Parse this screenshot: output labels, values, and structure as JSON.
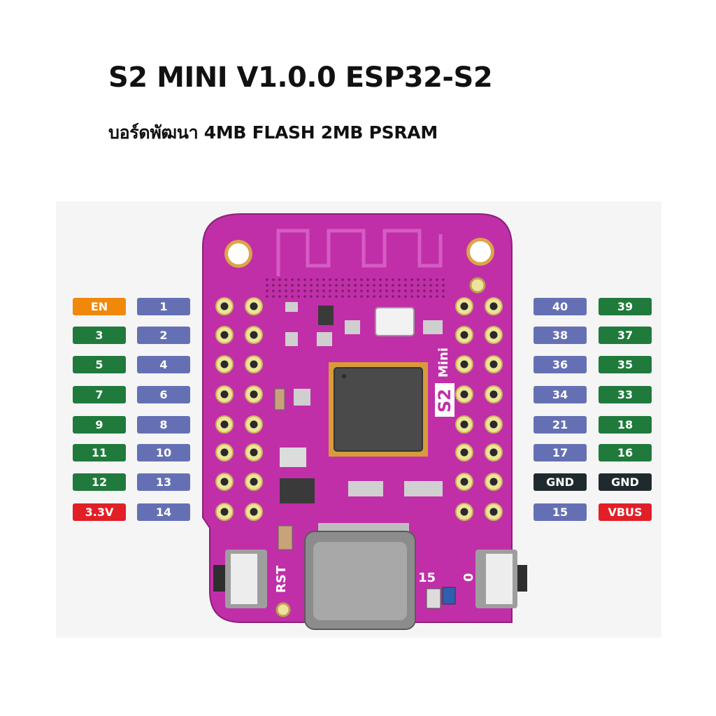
{
  "title": "S2 MINI V1.0.0 ESP32-S2",
  "subtitle": "บอร์ดพัฒนา 4MB FLASH 2MB PSRAM",
  "colors": {
    "board": "#c02fa8",
    "gpio": "#6570b4",
    "green": "#1f7a3c",
    "orange": "#f0880a",
    "red": "#e21e26",
    "gnd": "#1f2a2e"
  },
  "board": {
    "silkscreen_logo": "S2",
    "silkscreen_model": "Mini",
    "rst_label": "RST",
    "label_15": "15",
    "label_0": "0"
  },
  "pins": {
    "left_outer": [
      {
        "label": "EN",
        "color": "orange"
      },
      {
        "label": "3",
        "color": "green"
      },
      {
        "label": "5",
        "color": "green"
      },
      {
        "label": "7",
        "color": "green"
      },
      {
        "label": "9",
        "color": "green"
      },
      {
        "label": "11",
        "color": "green"
      },
      {
        "label": "12",
        "color": "green"
      },
      {
        "label": "3.3V",
        "color": "red"
      }
    ],
    "left_inner": [
      {
        "label": "1",
        "color": "gpio"
      },
      {
        "label": "2",
        "color": "gpio"
      },
      {
        "label": "4",
        "color": "gpio"
      },
      {
        "label": "6",
        "color": "gpio"
      },
      {
        "label": "8",
        "color": "gpio"
      },
      {
        "label": "10",
        "color": "gpio"
      },
      {
        "label": "13",
        "color": "gpio"
      },
      {
        "label": "14",
        "color": "gpio"
      }
    ],
    "right_inner": [
      {
        "label": "40",
        "color": "gpio"
      },
      {
        "label": "38",
        "color": "gpio"
      },
      {
        "label": "36",
        "color": "gpio"
      },
      {
        "label": "34",
        "color": "gpio"
      },
      {
        "label": "21",
        "color": "gpio"
      },
      {
        "label": "17",
        "color": "gpio"
      },
      {
        "label": "GND",
        "color": "gnd"
      },
      {
        "label": "15",
        "color": "gpio"
      }
    ],
    "right_outer": [
      {
        "label": "39",
        "color": "green"
      },
      {
        "label": "37",
        "color": "green"
      },
      {
        "label": "35",
        "color": "green"
      },
      {
        "label": "33",
        "color": "green"
      },
      {
        "label": "18",
        "color": "green"
      },
      {
        "label": "16",
        "color": "green"
      },
      {
        "label": "GND",
        "color": "gnd"
      },
      {
        "label": "VBUS",
        "color": "red"
      }
    ]
  }
}
